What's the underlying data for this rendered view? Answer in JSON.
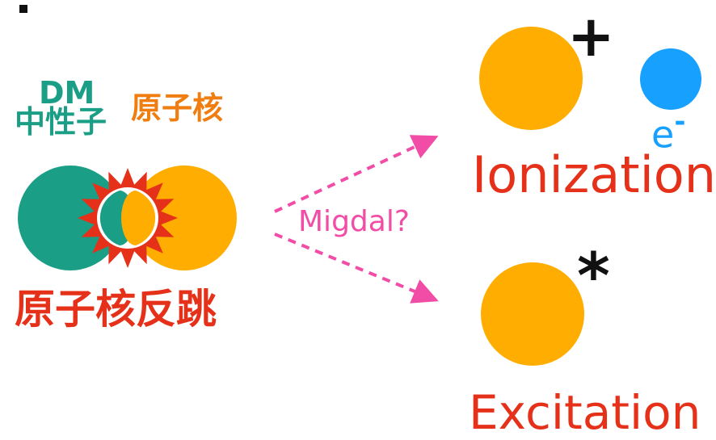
{
  "labels": {
    "dm": "DM",
    "neutron": "中性子",
    "nucleus": "原子核",
    "nuclear_recoil": "原子核反跳",
    "migdal": "Migdal?",
    "plus": "+",
    "electron": "e",
    "electron_sign": "-",
    "ionization": "Ionization",
    "excited_mark": "*",
    "excitation": "Excitation"
  },
  "colors": {
    "dm_green": "#1a9e86",
    "nucleus_orange": "#ffad00",
    "recoil_red": "#e6311a",
    "migdal_pink": "#f24da6",
    "electron_blue": "#18a0ff"
  }
}
